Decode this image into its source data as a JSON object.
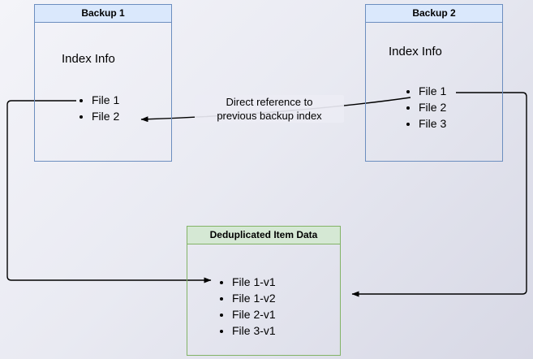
{
  "diagram": {
    "backup1": {
      "title": "Backup 1",
      "section_label": "Index Info",
      "files": [
        "File 1",
        "File 2"
      ]
    },
    "backup2": {
      "title": "Backup 2",
      "section_label": "Index Info",
      "files": [
        "File 1",
        "File 2",
        "File 3"
      ]
    },
    "dedup": {
      "title": "Deduplicated Item Data",
      "items": [
        "File 1-v1",
        "File 1-v2",
        "File 2-v1",
        "File 3-v1"
      ]
    },
    "edge_label": {
      "line1": "Direct reference to",
      "line2": "previous backup index"
    },
    "colors": {
      "blue_fill": "#dae8fc",
      "blue_border": "#6c8ebf",
      "green_fill": "#d5e8d4",
      "green_border": "#82b366",
      "arrow": "#000000"
    }
  }
}
